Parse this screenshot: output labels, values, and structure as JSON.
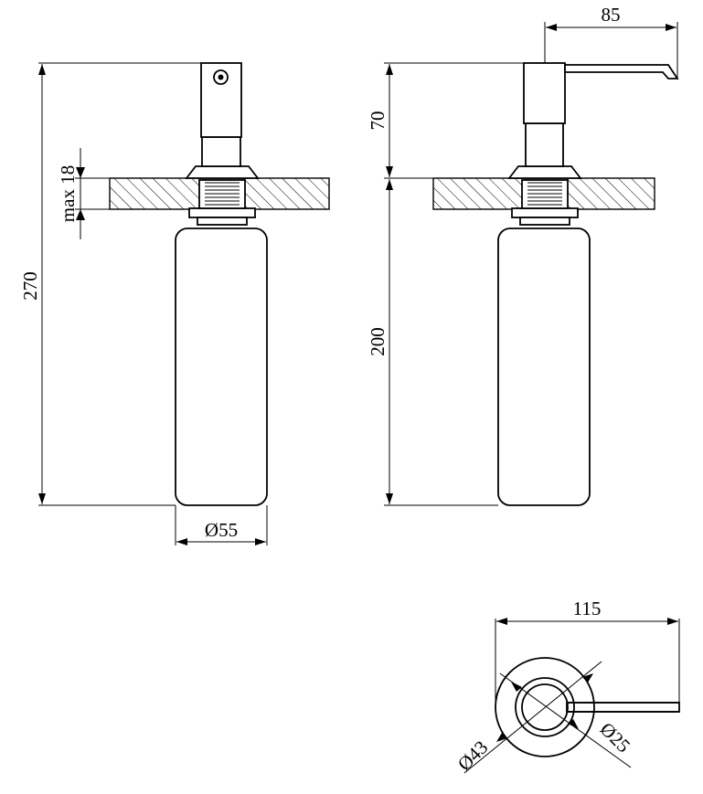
{
  "front_view": {
    "height_total": "270",
    "countertop_max": "max 18",
    "bottle_diameter": "Ø55"
  },
  "side_view": {
    "spout_reach": "85",
    "pump_height": "70",
    "bottle_height": "200"
  },
  "top_view": {
    "overall_length": "115",
    "flange_diameter": "Ø43",
    "head_diameter": "Ø25"
  }
}
